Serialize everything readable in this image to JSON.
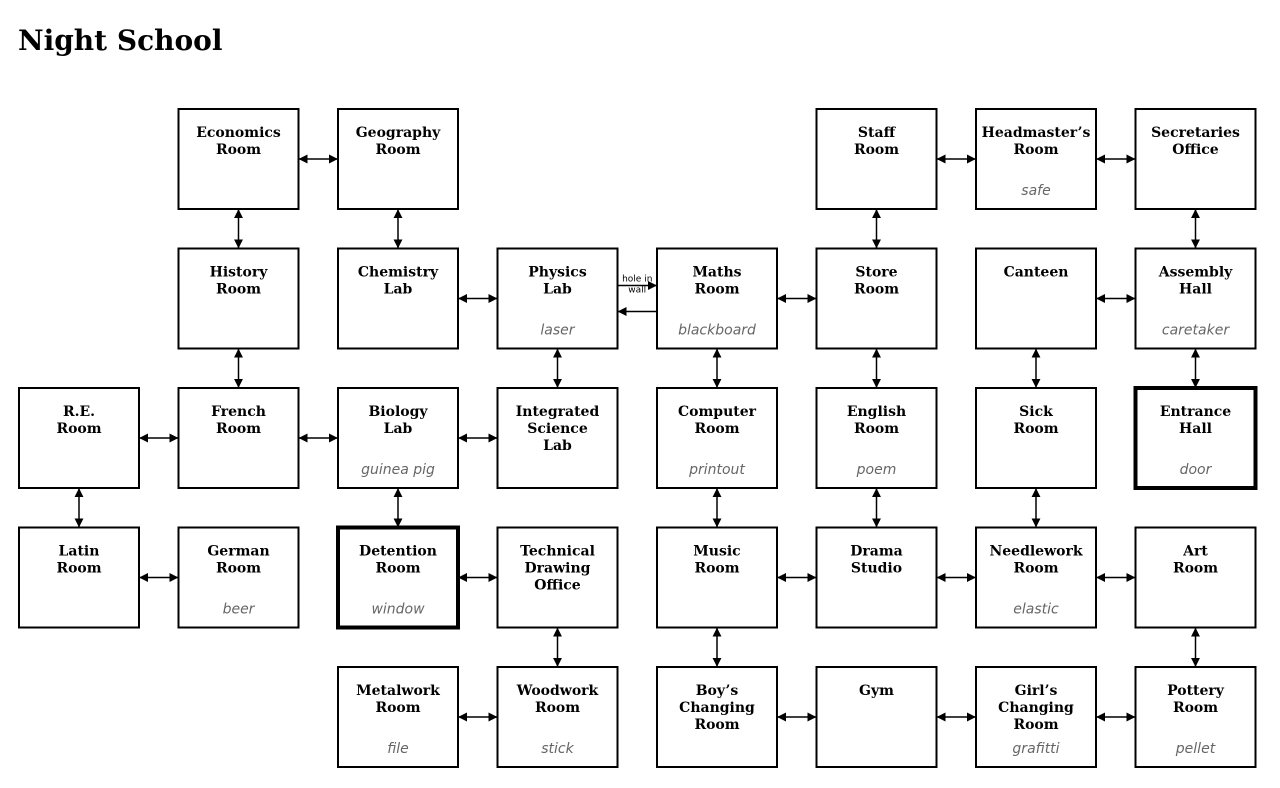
{
  "title": "Night School",
  "rooms": [
    {
      "id": "economics",
      "name": [
        "Economics",
        "Room"
      ],
      "item": "",
      "col": 1,
      "row": 0
    },
    {
      "id": "geography",
      "name": [
        "Geography",
        "Room"
      ],
      "item": "",
      "col": 2,
      "row": 0
    },
    {
      "id": "staff",
      "name": [
        "Staff",
        "Room"
      ],
      "item": "",
      "col": 5,
      "row": 0
    },
    {
      "id": "headmaster",
      "name": [
        "Headmaster’s",
        "Room"
      ],
      "item": "safe",
      "col": 6,
      "row": 0
    },
    {
      "id": "secretaries",
      "name": [
        "Secretaries",
        "Office"
      ],
      "item": "",
      "col": 7,
      "row": 0
    },
    {
      "id": "history",
      "name": [
        "History",
        "Room"
      ],
      "item": "",
      "col": 1,
      "row": 1
    },
    {
      "id": "chemistry",
      "name": [
        "Chemistry",
        "Lab"
      ],
      "item": "",
      "col": 2,
      "row": 1
    },
    {
      "id": "physics",
      "name": [
        "Physics",
        "Lab"
      ],
      "item": "laser",
      "col": 3,
      "row": 1
    },
    {
      "id": "maths",
      "name": [
        "Maths",
        "Room"
      ],
      "item": "blackboard",
      "col": 4,
      "row": 1
    },
    {
      "id": "store",
      "name": [
        "Store",
        "Room"
      ],
      "item": "",
      "col": 5,
      "row": 1
    },
    {
      "id": "canteen",
      "name": [
        "Canteen"
      ],
      "item": "",
      "col": 6,
      "row": 1
    },
    {
      "id": "assembly",
      "name": [
        "Assembly",
        "Hall"
      ],
      "item": "caretaker",
      "col": 7,
      "row": 1
    },
    {
      "id": "re",
      "name": [
        "R.E.",
        "Room"
      ],
      "item": "",
      "col": 0,
      "row": 2
    },
    {
      "id": "french",
      "name": [
        "French",
        "Room"
      ],
      "item": "",
      "col": 1,
      "row": 2
    },
    {
      "id": "biology",
      "name": [
        "Biology",
        "Lab"
      ],
      "item": "guinea pig",
      "col": 2,
      "row": 2
    },
    {
      "id": "integrated",
      "name": [
        "Integrated",
        "Science",
        "Lab"
      ],
      "item": "",
      "col": 3,
      "row": 2
    },
    {
      "id": "computer",
      "name": [
        "Computer",
        "Room"
      ],
      "item": "printout",
      "col": 4,
      "row": 2
    },
    {
      "id": "english",
      "name": [
        "English",
        "Room"
      ],
      "item": "poem",
      "col": 5,
      "row": 2
    },
    {
      "id": "sick",
      "name": [
        "Sick",
        "Room"
      ],
      "item": "",
      "col": 6,
      "row": 2
    },
    {
      "id": "entrance",
      "name": [
        "Entrance",
        "Hall"
      ],
      "item": "door",
      "col": 7,
      "row": 2,
      "bold": true
    },
    {
      "id": "latin",
      "name": [
        "Latin",
        "Room"
      ],
      "item": "",
      "col": 0,
      "row": 3
    },
    {
      "id": "german",
      "name": [
        "German",
        "Room"
      ],
      "item": "beer",
      "col": 1,
      "row": 3
    },
    {
      "id": "detention",
      "name": [
        "Detention",
        "Room"
      ],
      "item": "window",
      "col": 2,
      "row": 3,
      "bold": true
    },
    {
      "id": "technical",
      "name": [
        "Technical",
        "Drawing",
        "Office"
      ],
      "item": "",
      "col": 3,
      "row": 3
    },
    {
      "id": "music",
      "name": [
        "Music",
        "Room"
      ],
      "item": "",
      "col": 4,
      "row": 3
    },
    {
      "id": "drama",
      "name": [
        "Drama",
        "Studio"
      ],
      "item": "",
      "col": 5,
      "row": 3
    },
    {
      "id": "needlework",
      "name": [
        "Needlework",
        "Room"
      ],
      "item": "elastic",
      "col": 6,
      "row": 3
    },
    {
      "id": "art",
      "name": [
        "Art",
        "Room"
      ],
      "item": "",
      "col": 7,
      "row": 3
    },
    {
      "id": "metalwork",
      "name": [
        "Metalwork",
        "Room"
      ],
      "item": "file",
      "col": 2,
      "row": 4
    },
    {
      "id": "woodwork",
      "name": [
        "Woodwork",
        "Room"
      ],
      "item": "stick",
      "col": 3,
      "row": 4
    },
    {
      "id": "boys",
      "name": [
        "Boy’s",
        "Changing",
        "Room"
      ],
      "item": "",
      "col": 4,
      "row": 4
    },
    {
      "id": "gym",
      "name": [
        "Gym"
      ],
      "item": "",
      "col": 5,
      "row": 4
    },
    {
      "id": "girls",
      "name": [
        "Girl’s",
        "Changing",
        "Room"
      ],
      "item": "grafitti",
      "col": 6,
      "row": 4
    },
    {
      "id": "pottery",
      "name": [
        "Pottery",
        "Room"
      ],
      "item": "pellet",
      "col": 7,
      "row": 4
    }
  ],
  "links": [
    [
      "economics",
      "geography"
    ],
    [
      "staff",
      "headmaster"
    ],
    [
      "headmaster",
      "secretaries"
    ],
    [
      "economics",
      "history"
    ],
    [
      "geography",
      "chemistry"
    ],
    [
      "staff",
      "store"
    ],
    [
      "secretaries",
      "assembly"
    ],
    [
      "chemistry",
      "physics"
    ],
    [
      "maths",
      "store"
    ],
    [
      "canteen",
      "assembly"
    ],
    [
      "history",
      "french"
    ],
    [
      "physics",
      "integrated"
    ],
    [
      "maths",
      "computer"
    ],
    [
      "store",
      "english"
    ],
    [
      "canteen",
      "sick"
    ],
    [
      "assembly",
      "entrance"
    ],
    [
      "re",
      "french"
    ],
    [
      "french",
      "biology"
    ],
    [
      "biology",
      "integrated"
    ],
    [
      "re",
      "latin"
    ],
    [
      "biology",
      "detention"
    ],
    [
      "computer",
      "music"
    ],
    [
      "english",
      "drama"
    ],
    [
      "sick",
      "needlework"
    ],
    [
      "latin",
      "german"
    ],
    [
      "detention",
      "technical"
    ],
    [
      "music",
      "drama"
    ],
    [
      "drama",
      "needlework"
    ],
    [
      "needlework",
      "art"
    ],
    [
      "technical",
      "woodwork"
    ],
    [
      "music",
      "boys"
    ],
    [
      "art",
      "pottery"
    ],
    [
      "metalwork",
      "woodwork"
    ],
    [
      "boys",
      "gym"
    ],
    [
      "gym",
      "girls"
    ],
    [
      "girls",
      "pottery"
    ]
  ],
  "one_way_links": [
    {
      "from": "physics",
      "to": "maths",
      "label": [
        "hole in",
        "wall"
      ]
    },
    {
      "from": "maths",
      "to": "physics",
      "label": []
    }
  ]
}
